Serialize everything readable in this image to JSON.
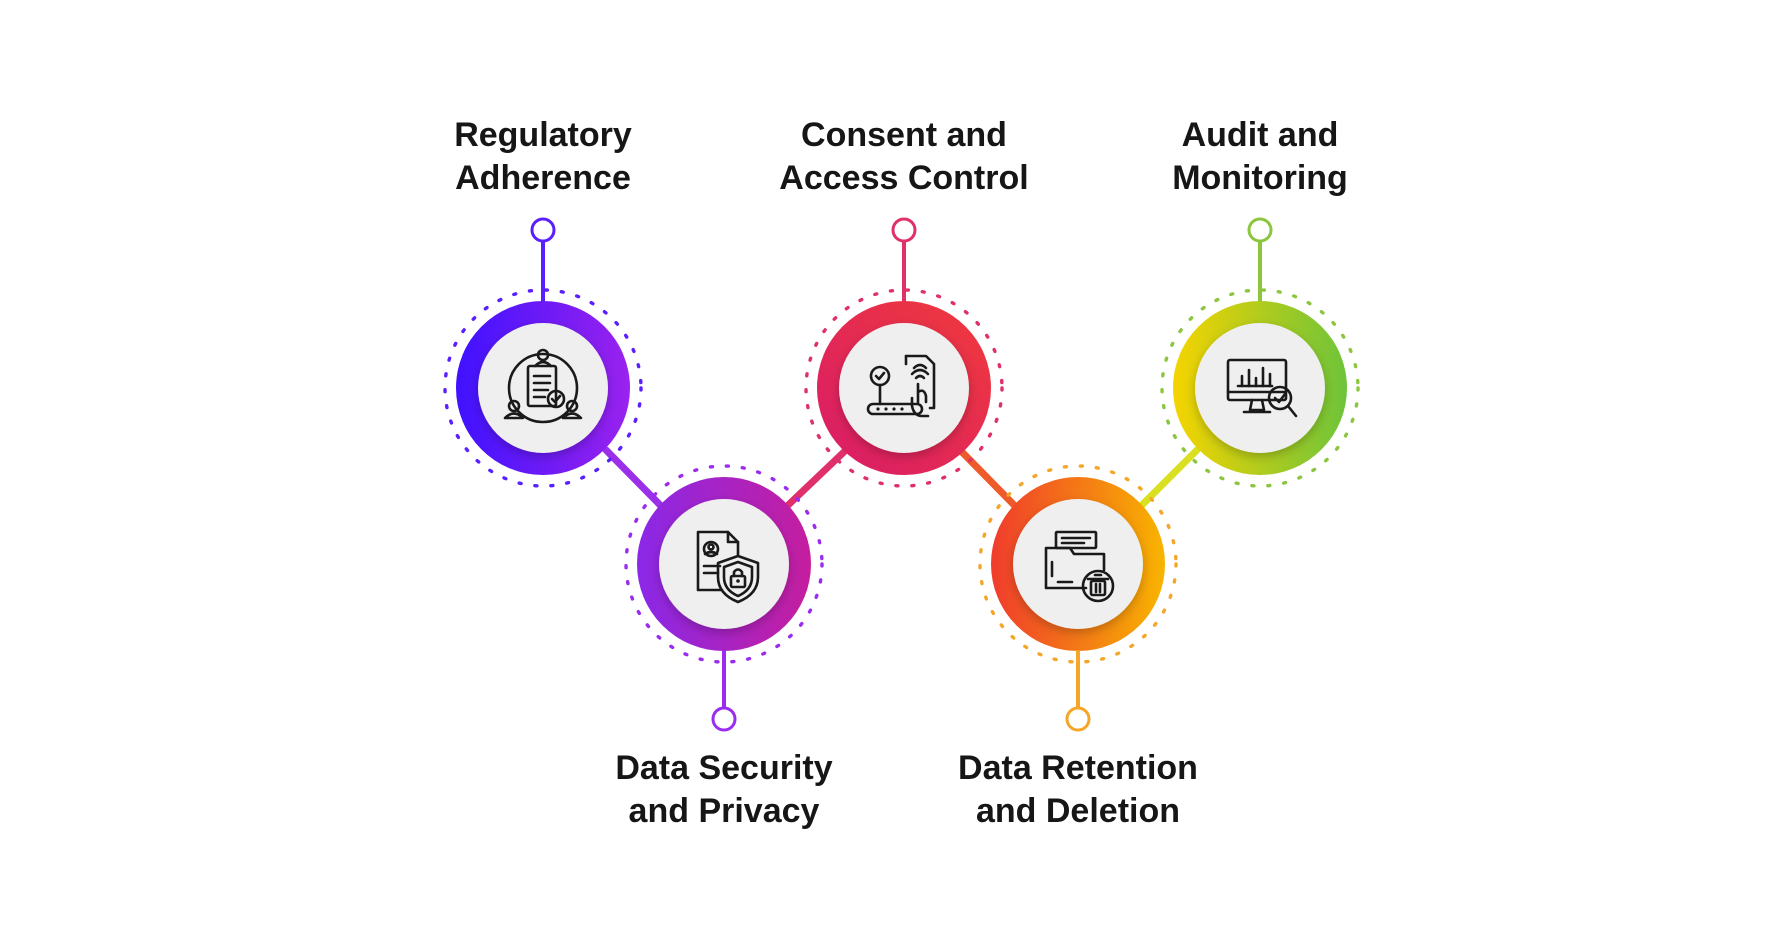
{
  "steps": [
    {
      "id": "regulatory-adherence",
      "label_line1": "Regulatory",
      "label_line2": "Adherence",
      "icon": "document-people-icon",
      "color_start": "#3f12ff",
      "color_end": "#9a22ee",
      "position": "top"
    },
    {
      "id": "data-security-privacy",
      "label_line1": "Data Security",
      "label_line2": "and Privacy",
      "icon": "document-shield-lock-icon",
      "color_start": "#8a28e8",
      "color_end": "#c51e9e",
      "position": "bottom"
    },
    {
      "id": "consent-access-control",
      "label_line1": "Consent and",
      "label_line2": "Access Control",
      "icon": "fingerprint-touch-icon",
      "color_start": "#d81b6a",
      "color_end": "#f03a3a",
      "position": "top"
    },
    {
      "id": "data-retention-deletion",
      "label_line1": "Data Retention",
      "label_line2": "and Deletion",
      "icon": "folder-trash-icon",
      "color_start": "#f03c2c",
      "color_end": "#f8b400",
      "position": "bottom"
    },
    {
      "id": "audit-monitoring",
      "label_line1": "Audit and",
      "label_line2": "Monitoring",
      "icon": "monitor-chart-magnifier-icon",
      "color_start": "#f5d400",
      "color_end": "#6ec43a",
      "position": "top"
    }
  ],
  "connector_colors": {
    "c1": "#9b30e8",
    "c2": "#e0306c",
    "c3": "#ee5a2a",
    "c4": "#d8e020"
  },
  "pin_colors": [
    "#5a1fff",
    "#9a2cf0",
    "#e03068",
    "#f4a628",
    "#8cc63f"
  ]
}
